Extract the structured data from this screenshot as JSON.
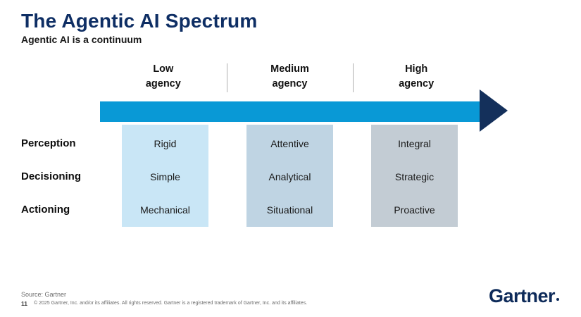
{
  "slide": {
    "title": "The Agentic AI Spectrum",
    "subtitle": "Agentic AI is a continuum"
  },
  "spectrum": {
    "levels": [
      {
        "line1": "Low",
        "line2": "agency"
      },
      {
        "line1": "Medium",
        "line2": "agency"
      },
      {
        "line1": "High",
        "line2": "agency"
      }
    ]
  },
  "table": {
    "rows": [
      {
        "label": "Perception",
        "values": [
          "Rigid",
          "Attentive",
          "Integral"
        ]
      },
      {
        "label": "Decisioning",
        "values": [
          "Simple",
          "Analytical",
          "Strategic"
        ]
      },
      {
        "label": "Actioning",
        "values": [
          "Mechanical",
          "Situational",
          "Proactive"
        ]
      }
    ]
  },
  "footer": {
    "source": "Source: Gartner",
    "page_number": "11",
    "copyright": "© 2025 Gartner, Inc. and/or its affiliates. All rights reserved. Gartner is a registered trademark of Gartner, Inc. and its affiliates.",
    "logo_text": "Gartner"
  },
  "colors": {
    "title_navy": "#0e2e64",
    "arrow_shaft_blue": "#0999d6",
    "arrow_head_navy": "#14305b",
    "column_low_bg": "#c9e6f6",
    "column_medium_bg": "#bfd4e3",
    "column_high_bg": "#c3ccd4",
    "divider_gray": "#b0b0b0"
  }
}
